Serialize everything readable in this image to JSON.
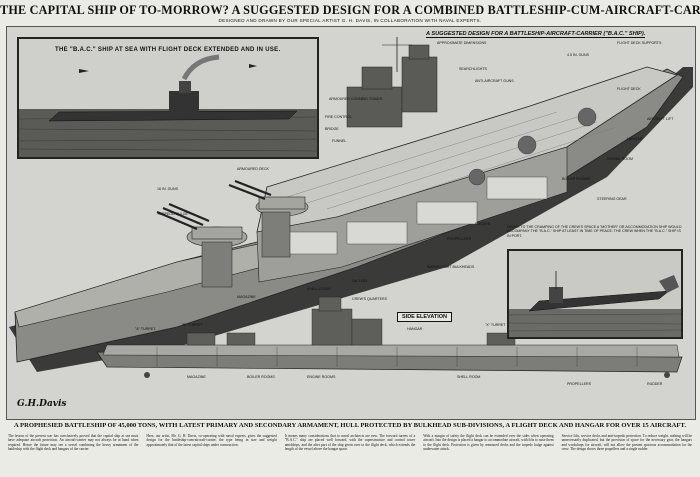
{
  "header": {
    "title": "THE CAPITAL SHIP OF TO-MORROW? A SUGGESTED DESIGN FOR A COMBINED BATTLESHIP-CUM-AIRCRAFT-CARRIER.",
    "credit": "DESIGNED AND DRAWN BY OUR SPECIAL ARTIST G. H. DAVIS, IN COLLABORATION WITH NAVAL EXPERTS."
  },
  "inset_top": {
    "title": "THE \"B.A.C.\" SHIP AT SEA WITH FLIGHT DECK EXTENDED AND IN USE."
  },
  "cutaway": {
    "title": "A SUGGESTED DESIGN FOR A BATTLESHIP-AIRCRAFT-CARRIER (\"B.A.C.\" SHIP).",
    "labels": {
      "a": "APPROXIMATE DIMENSIONS",
      "b": "FLIGHT DECK SUPPORTS",
      "c": "4.5 IN. GUNS",
      "d": "SEARCHLIGHTS",
      "e": "ARMOURED CONNING TOWER",
      "f": "FLIGHT DECK",
      "g": "AIRCRAFT LIFT",
      "h": "HANGAR",
      "i": "ENGINE ROOM",
      "j": "BOILER ROOMS",
      "k": "16 IN. GUNS",
      "l": "TORPEDO BULGE",
      "m": "MAGAZINE",
      "n": "SHELL ROOM",
      "o": "WATER-TIGHT BULKHEADS",
      "p": "PROPELLERS",
      "q": "RUDDER",
      "r": "OIL FUEL",
      "s": "CREW'S QUARTERS",
      "t": "ARMOURED DECK",
      "u": "ANTI-AIRCRAFT GUNS",
      "v": "FIRE CONTROL",
      "w": "BRIDGE",
      "x": "FUNNEL",
      "y": "STEERING GEAR"
    }
  },
  "elevation": {
    "title": "SIDE ELEVATION",
    "labels": {
      "a": "\"A\" TURRET",
      "b": "\"B\" TURRET",
      "c": "\"X\" TURRET",
      "d": "BOILER ROOMS",
      "e": "ENGINE ROOMS",
      "f": "HANGAR",
      "g": "MAGAZINE",
      "h": "SHELL ROOM",
      "i": "PROPELLERS",
      "j": "RUDDER"
    }
  },
  "note": "OWING TO THE CRAMPING OF THE CREW'S SPACE A \"MOTHER\" OR ACCOMMODATION SHIP WOULD ACCOMPANY THE \"B.A.C.\" SHIP AT LEAST IN TIME OF PEACE. THE CREW WHEN THE \"B.A.C.\" SHIP IS IN PORT.",
  "signature": "G.H.Davis",
  "caption": "A PROPHESIED BATTLESHIP OF 45,000 TONS, WITH LATEST PRIMARY AND SECONDARY ARMAMENT, HULL PROTECTED BY BULKHEAD SUB-DIVISIONS, A FLIGHT DECK AND HANGAR FOR OVER 15 AIRCRAFT.",
  "body_text": [
    "The lesson of the present war has conclusively proved that the capital ship at sea must have adequate aircraft protection. An aircraft-carrier may not always be at hand when required. Hence the future may see a vessel combining the heavy armament of the battleship with the flight deck and hangars of the carrier.",
    "Here, our artist, Mr. G. H. Davis, co-operating with naval experts, gives the suggested design for the battleship-cum-aircraft-carrier, the type being in size and weight approximately that of the latest capital ships under construction.",
    "It means many considerations that to naval architects are new. The forward turrets of a \"B.A.C.\" ship are placed well forward, with the superstructure and control tower amidships, and the after part of the ship given over to the flight deck, which extends the length of the vessel above the hangar space.",
    "With a margin of safety the flight deck can be extended over the sides when operating aircraft. Into the design is placed a hangar to accommodate aircraft, with lifts to raise them to the flight deck. Protection is given by armoured decks and the torpedo bulge against underwater attack.",
    "Service lifts, service decks and anti-torpedo protection. To reduce weight, nothing will be unnecessarily duplicated, but the provision of space for the necessary gear, the hangars and workshops for aircraft, will not allow the present spacious accommodation for the crew. The design shows three propellers and a single rudder."
  ]
}
